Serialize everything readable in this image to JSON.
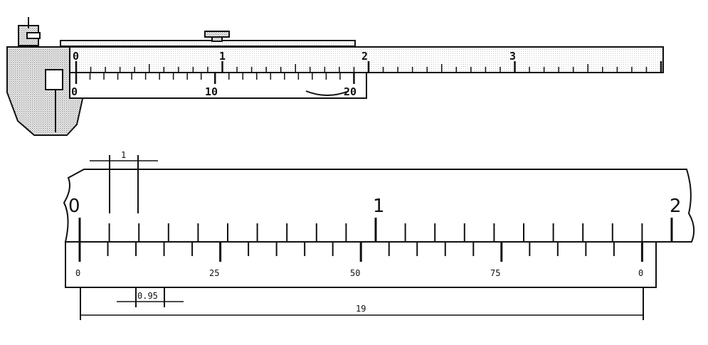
{
  "top_caliper": {
    "main_scale_labels": [
      "0",
      "1",
      "2",
      "3"
    ],
    "vernier_labels": [
      "0",
      "10",
      "20"
    ]
  },
  "bottom_detail": {
    "main_scale_labels": [
      "0",
      "1",
      "2"
    ],
    "vernier_labels": [
      "0",
      "25",
      "50",
      "75",
      "0"
    ],
    "dimensions": {
      "main_division": "1",
      "vernier_offset": "0.95",
      "vernier_total_length": "19"
    }
  },
  "colors": {
    "ink": "#111111",
    "hatch": "#9a9a9a",
    "background": "#ffffff"
  }
}
